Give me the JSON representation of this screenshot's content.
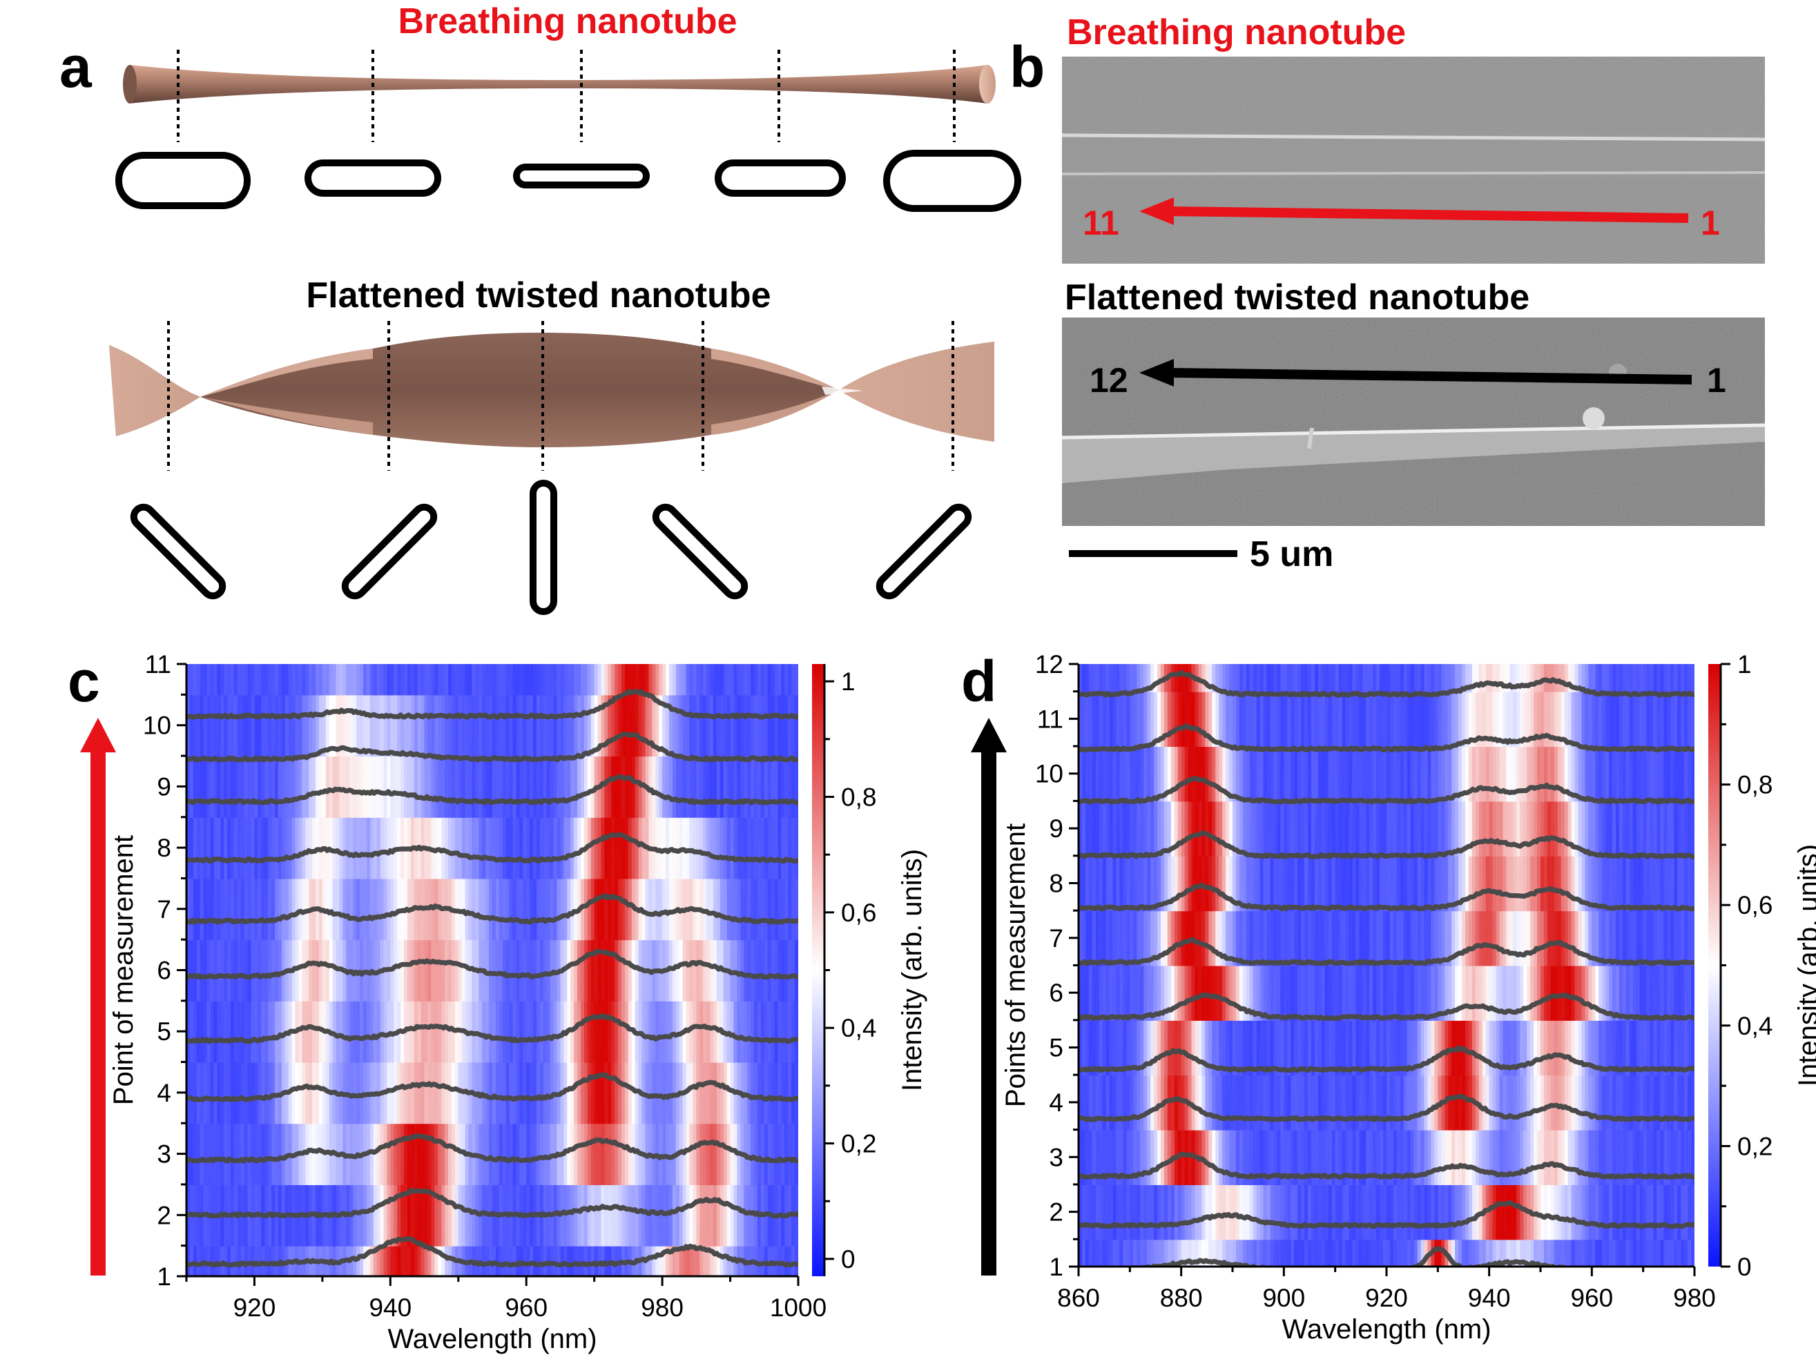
{
  "panels": {
    "a": {
      "letter": "a",
      "top_title": "Breathing nanotube",
      "bottom_title": "Flattened twisted nanotube"
    },
    "b": {
      "letter": "b",
      "top_title": "Breathing nanotube",
      "bottom_title": "Flattened twisted nanotube",
      "top_arrow_start": "1",
      "top_arrow_end": "11",
      "bottom_arrow_start": "1",
      "bottom_arrow_end": "12",
      "scale_bar": "5 um"
    },
    "c": {
      "letter": "c"
    },
    "d": {
      "letter": "d"
    }
  },
  "colors": {
    "accent_red": "#e8131a",
    "heat_low": "#0a14ff",
    "heat_mid": "#ffffff",
    "heat_high": "#d80000",
    "trace": "#4a4a4a"
  },
  "chart_data": [
    {
      "id": "c",
      "type": "heatmap",
      "xlabel": "Wavelength (nm)",
      "ylabel": "Point of measurement",
      "colorbar_label": "Intensity (arb. units)",
      "xlim": [
        910,
        1000
      ],
      "ylim": [
        1,
        11
      ],
      "x_ticks": [
        920,
        940,
        960,
        980,
        1000
      ],
      "y_ticks": [
        1,
        2,
        3,
        4,
        5,
        6,
        7,
        8,
        9,
        10,
        11
      ],
      "colorbar_ticks": [
        "0",
        "0,2",
        "0,4",
        "0,6",
        "0,8",
        "1"
      ],
      "colorbar_range": [
        -0.03,
        1.03
      ],
      "rows": [
        {
          "point": 1,
          "baseline": 1.2,
          "peaks": [
            [
              942,
              4,
              0.95
            ],
            [
              984,
              4,
              0.65
            ],
            [
              928,
              3,
              0.1
            ]
          ]
        },
        {
          "point": 2,
          "baseline": 2.0,
          "peaks": [
            [
              944,
              4,
              0.95
            ],
            [
              987,
              3,
              0.6
            ],
            [
              972,
              4,
              0.3
            ]
          ]
        },
        {
          "point": 3,
          "baseline": 2.9,
          "peaks": [
            [
              944,
              4.5,
              0.9
            ],
            [
              971,
              4,
              0.75
            ],
            [
              987,
              3,
              0.7
            ],
            [
              929,
              3,
              0.35
            ]
          ]
        },
        {
          "point": 4,
          "baseline": 3.9,
          "peaks": [
            [
              971,
              3.5,
              0.9
            ],
            [
              945,
              5,
              0.55
            ],
            [
              987,
              3,
              0.6
            ],
            [
              928,
              3,
              0.45
            ]
          ]
        },
        {
          "point": 5,
          "baseline": 4.85,
          "peaks": [
            [
              971,
              3.5,
              0.95
            ],
            [
              946,
              5,
              0.55
            ],
            [
              986,
              3,
              0.55
            ],
            [
              928,
              3,
              0.5
            ]
          ]
        },
        {
          "point": 6,
          "baseline": 5.9,
          "peaks": [
            [
              971,
              3.5,
              0.95
            ],
            [
              946,
              5,
              0.6
            ],
            [
              985,
              3.5,
              0.5
            ],
            [
              929,
              3,
              0.5
            ]
          ]
        },
        {
          "point": 7,
          "baseline": 6.8,
          "peaks": [
            [
              972,
              3.5,
              0.95
            ],
            [
              946,
              5,
              0.55
            ],
            [
              984,
              3.5,
              0.45
            ],
            [
              929,
              3,
              0.45
            ]
          ]
        },
        {
          "point": 8,
          "baseline": 7.8,
          "peaks": [
            [
              973,
              3.5,
              0.95
            ],
            [
              944,
              5,
              0.45
            ],
            [
              930,
              3,
              0.4
            ],
            [
              983,
              3.5,
              0.35
            ]
          ]
        },
        {
          "point": 9,
          "baseline": 8.75,
          "peaks": [
            [
              974,
              3.5,
              0.95
            ],
            [
              939,
              5,
              0.35
            ],
            [
              931,
              3,
              0.35
            ]
          ]
        },
        {
          "point": 10,
          "baseline": 9.45,
          "peaks": [
            [
              975,
              3.5,
              0.95
            ],
            [
              939,
              5,
              0.25
            ],
            [
              932,
              2.5,
              0.3
            ]
          ]
        },
        {
          "point": 11,
          "baseline": 10.15,
          "peaks": [
            [
              976,
              3.5,
              0.95
            ],
            [
              933,
              2.5,
              0.2
            ]
          ]
        }
      ]
    },
    {
      "id": "d",
      "type": "heatmap",
      "xlabel": "Wavelength (nm)",
      "ylabel": "Points of measurement",
      "colorbar_label": "Intensity (arb. units)",
      "xlim": [
        860,
        980
      ],
      "ylim": [
        1,
        12
      ],
      "x_ticks": [
        860,
        880,
        900,
        920,
        940,
        960,
        980
      ],
      "y_ticks": [
        1,
        2,
        3,
        4,
        5,
        6,
        7,
        8,
        9,
        10,
        11,
        12
      ],
      "colorbar_ticks": [
        "0",
        "0,2",
        "0,4",
        "0,6",
        "0,8",
        "1"
      ],
      "colorbar_range": [
        0,
        1
      ],
      "rows": [
        {
          "point": 1,
          "baseline": 0.95,
          "peaks": [
            [
              930,
              2,
              0.9
            ],
            [
              884,
              6,
              0.35
            ],
            [
              945,
              5,
              0.3
            ]
          ]
        },
        {
          "point": 2,
          "baseline": 1.75,
          "peaks": [
            [
              943,
              4,
              0.95
            ],
            [
              889,
              5,
              0.45
            ],
            [
              953,
              4,
              0.3
            ]
          ]
        },
        {
          "point": 3,
          "baseline": 2.65,
          "peaks": [
            [
              881,
              4,
              0.95
            ],
            [
              934,
              4,
              0.45
            ],
            [
              952,
              4,
              0.5
            ]
          ]
        },
        {
          "point": 4,
          "baseline": 3.7,
          "peaks": [
            [
              879,
              3.5,
              0.85
            ],
            [
              934,
              4,
              0.95
            ],
            [
              953,
              4,
              0.55
            ]
          ]
        },
        {
          "point": 5,
          "baseline": 4.6,
          "peaks": [
            [
              879,
              3.5,
              0.8
            ],
            [
              934,
              4,
              0.9
            ],
            [
              953,
              4,
              0.6
            ]
          ]
        },
        {
          "point": 6,
          "baseline": 5.55,
          "peaks": [
            [
              885,
              5,
              0.95
            ],
            [
              937,
              4,
              0.5
            ],
            [
              954,
              5,
              0.95
            ]
          ]
        },
        {
          "point": 7,
          "baseline": 6.55,
          "peaks": [
            [
              882,
              4,
              0.95
            ],
            [
              939,
              4,
              0.75
            ],
            [
              953,
              4,
              0.85
            ]
          ]
        },
        {
          "point": 8,
          "baseline": 7.55,
          "peaks": [
            [
              884,
              4,
              0.95
            ],
            [
              940,
              4,
              0.7
            ],
            [
              952,
              4,
              0.8
            ]
          ]
        },
        {
          "point": 9,
          "baseline": 8.5,
          "peaks": [
            [
              884,
              4,
              0.95
            ],
            [
              940,
              4,
              0.65
            ],
            [
              952,
              4,
              0.75
            ]
          ]
        },
        {
          "point": 10,
          "baseline": 9.5,
          "peaks": [
            [
              883,
              4,
              0.95
            ],
            [
              939,
              4,
              0.55
            ],
            [
              951,
              4,
              0.65
            ]
          ]
        },
        {
          "point": 11,
          "baseline": 10.45,
          "peaks": [
            [
              881,
              4,
              0.95
            ],
            [
              939,
              4,
              0.45
            ],
            [
              951,
              4,
              0.55
            ]
          ]
        },
        {
          "point": 12,
          "baseline": 11.45,
          "peaks": [
            [
              880,
              4,
              0.9
            ],
            [
              940,
              4,
              0.45
            ],
            [
              952,
              4,
              0.6
            ]
          ]
        }
      ]
    }
  ]
}
